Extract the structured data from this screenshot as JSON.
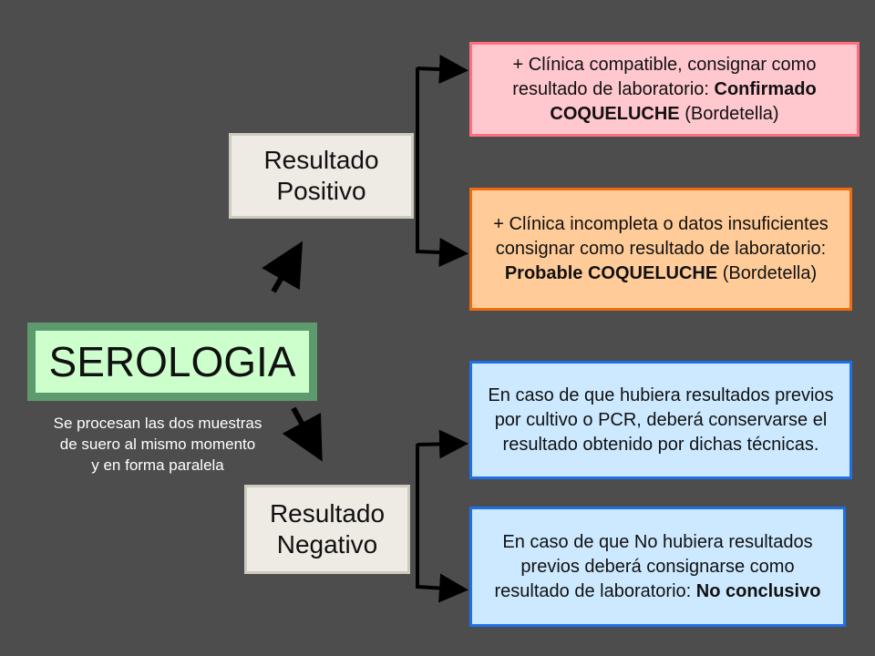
{
  "serologia": {
    "label": "SEROLOGIA"
  },
  "note": {
    "line1": "Se procesan las dos muestras",
    "line2": "de  suero al mismo momento",
    "line3": "y en forma paralela"
  },
  "positive": {
    "line1": "Resultado",
    "line2": "Positivo"
  },
  "negative": {
    "line1": "Resultado",
    "line2": "Negativo"
  },
  "info_boxes": {
    "confirmed": {
      "pre": "+ Clínica compatible, consignar como resultado de laboratorio: ",
      "bold1": "Confirmado COQUELUCHE",
      "post": " (Bordetella)"
    },
    "probable": {
      "pre": "+ Clínica incompleta o datos insuficientes consignar como resultado de laboratorio: ",
      "bold1": "Probable COQUELUCHE",
      "post": " (Bordetella)"
    },
    "previous": {
      "pre": "En caso de que hubiera resultados previos por cultivo o PCR, deberá conservarse el resultado obtenido por dichas técnicas.",
      "bold1": "",
      "post": ""
    },
    "no_previous": {
      "pre": "En caso de que No hubiera resultados previos deberá consignarse como resultado de laboratorio:  ",
      "bold1": "No conclusivo",
      "post": ""
    }
  },
  "colors": {
    "background": "#4d4d4d",
    "serologia_fill": "#ccffcc",
    "serologia_border": "#5d9b6e",
    "confirmed_fill": "#ffc7ce",
    "confirmed_border": "#ff6f7f",
    "probable_fill": "#ffcc99",
    "probable_border": "#f06a10",
    "negative_fill": "#cce9ff",
    "negative_border": "#1f6fe8"
  }
}
